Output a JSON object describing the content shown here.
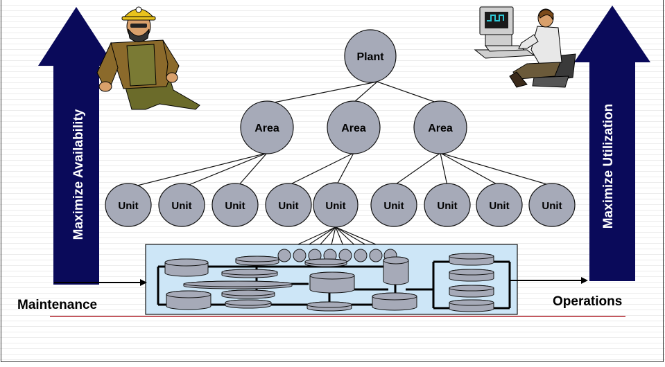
{
  "diagram": {
    "hierarchy": {
      "root": "Plant",
      "areas": [
        "Area",
        "Area",
        "Area"
      ],
      "units": [
        "Unit",
        "Unit",
        "Unit",
        "Unit",
        "Unit",
        "Unit",
        "Unit",
        "Unit",
        "Unit"
      ]
    },
    "left_arrow_label": "Maximize Availability",
    "right_arrow_label": "Maximize Utilization",
    "maintenance_label": "Maintenance",
    "operations_label": "Operations"
  },
  "colors": {
    "arrow_fill": "#0a0a5a",
    "node_fill": "#a6aab8",
    "process_box_fill": "#cde6f7",
    "baseline": "#b0202a"
  },
  "icons": [
    "maintenance-worker-icon",
    "operator-at-computer-icon"
  ]
}
